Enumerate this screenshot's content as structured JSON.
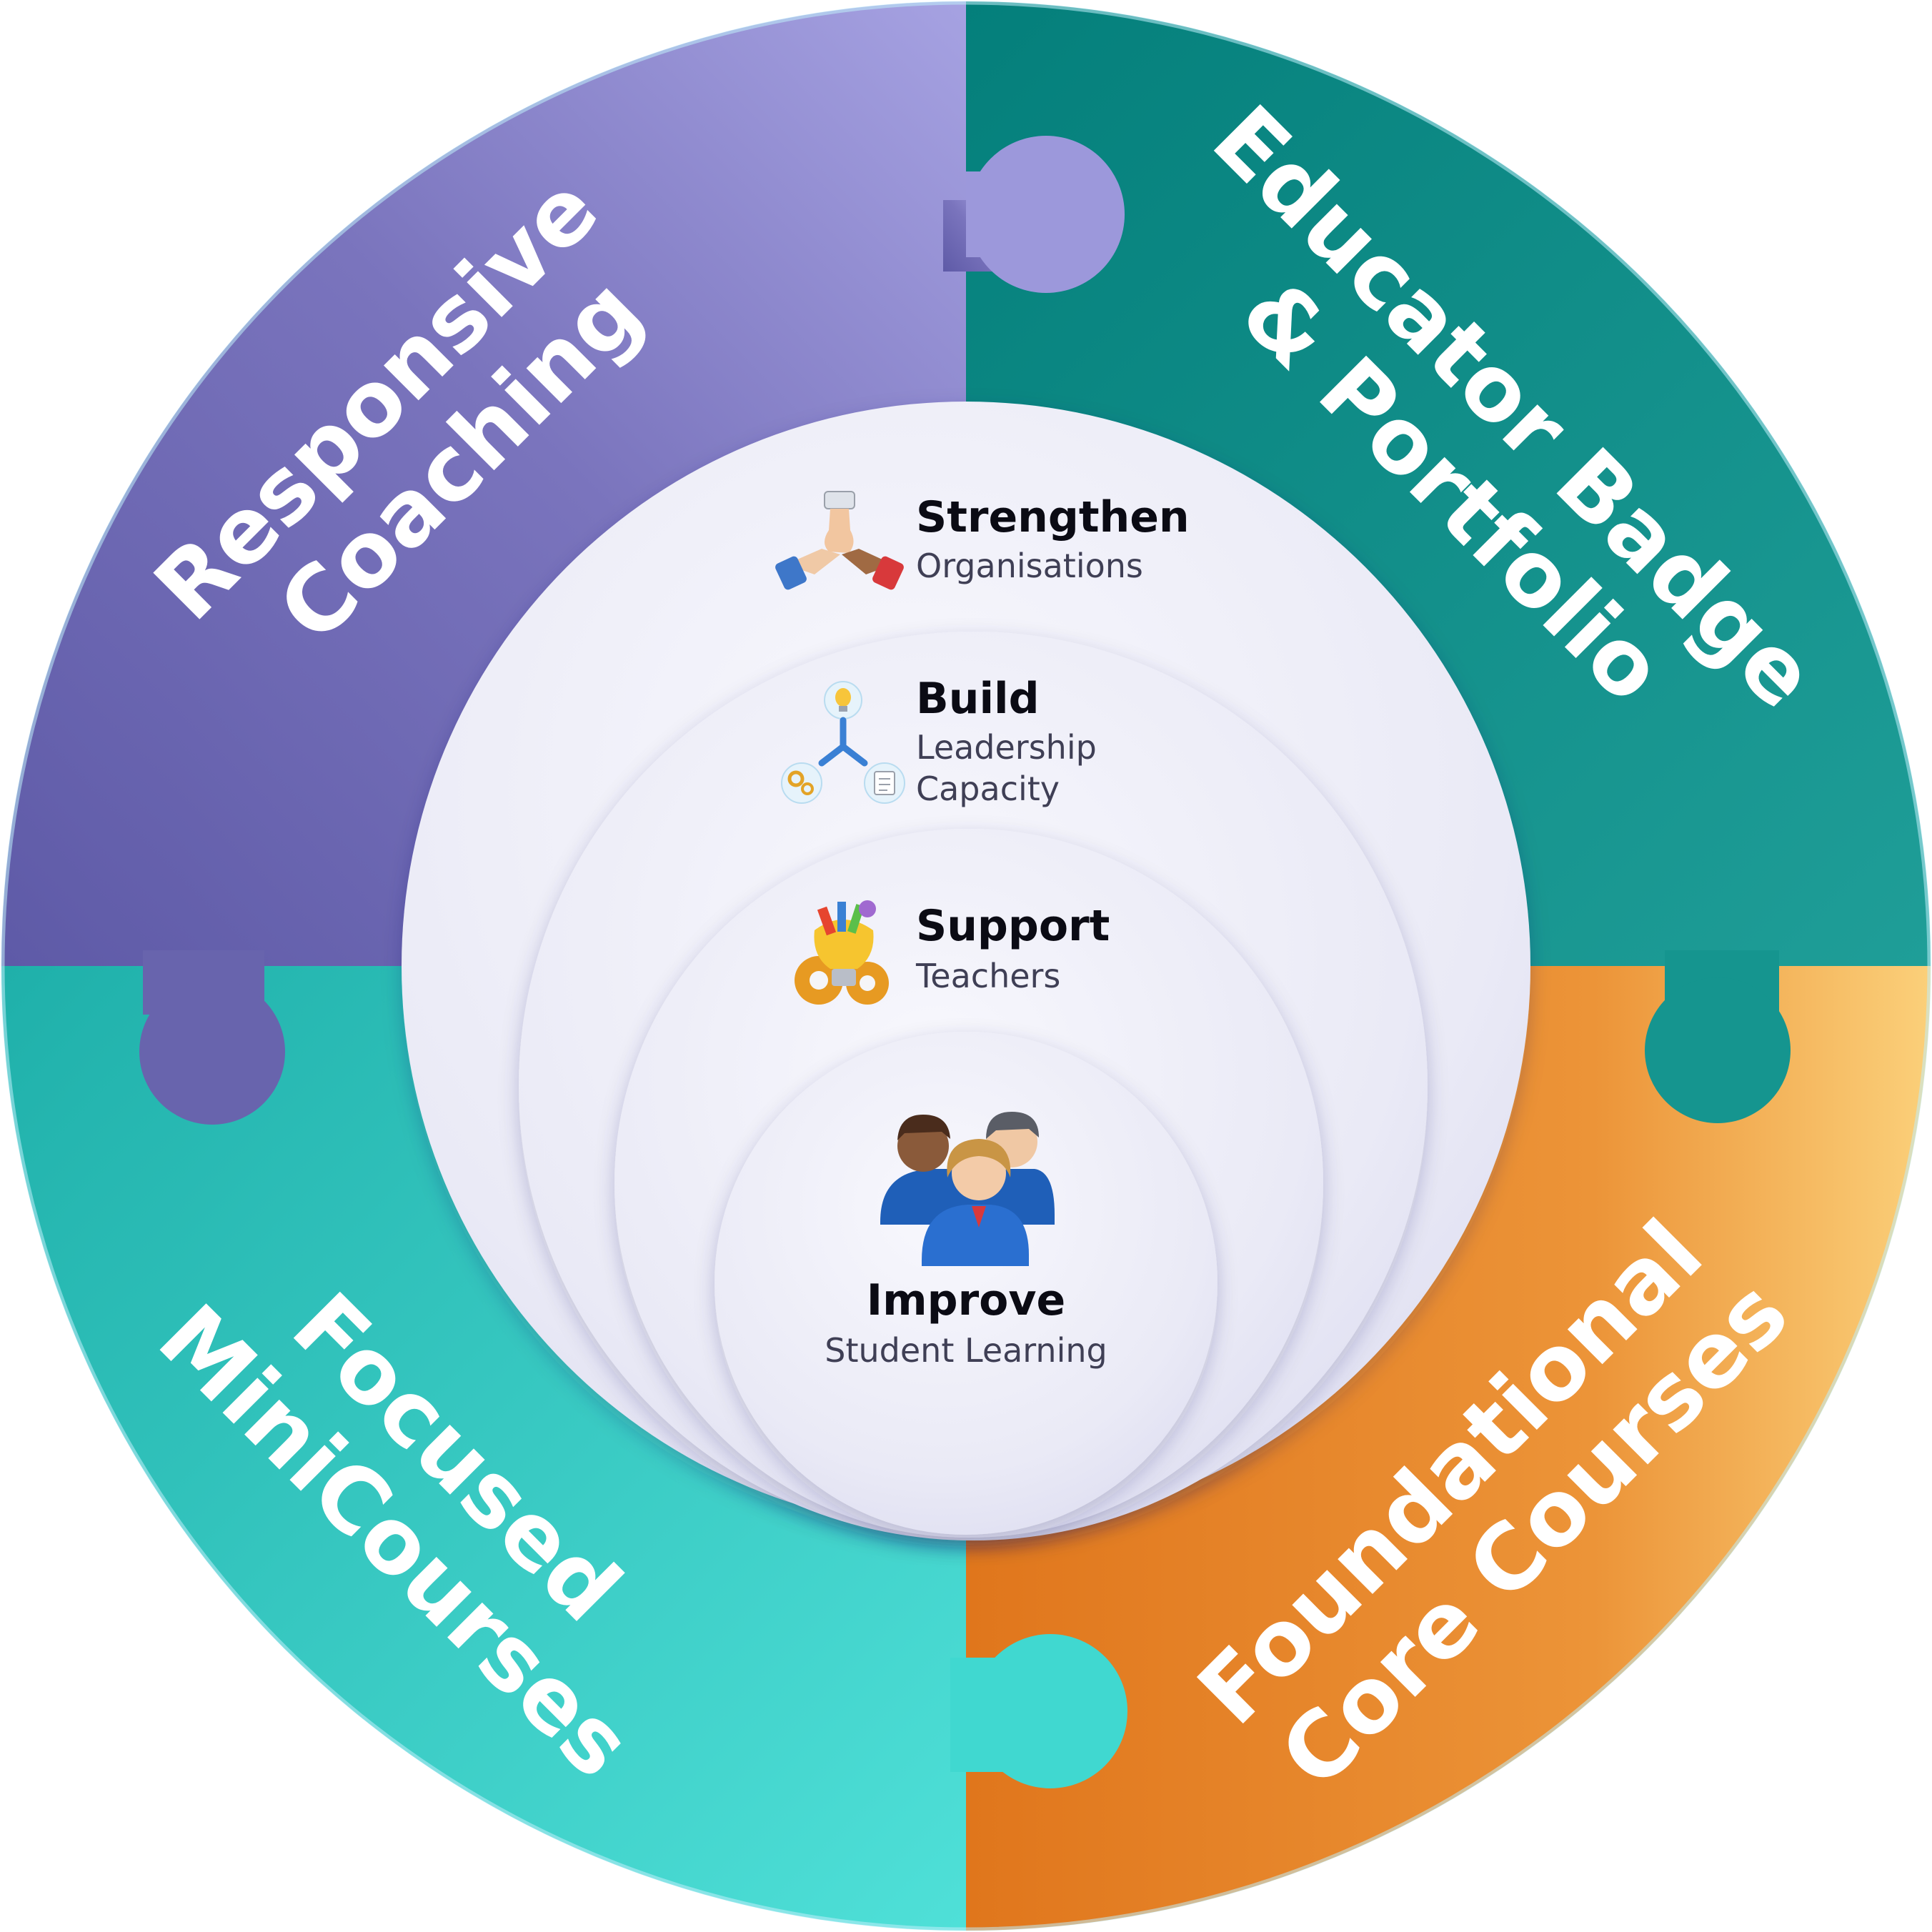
{
  "quadrants": {
    "top_left": {
      "line1": "Responsive",
      "line2": "Coaching",
      "color": "#6c67ad"
    },
    "top_right": {
      "line1": "Educator Badge",
      "line2": "& Portfolio",
      "color": "#078680"
    },
    "bottom_left": {
      "line1": "Focused",
      "line2": "MiniCourses",
      "color": "#2ab8b2"
    },
    "bottom_right": {
      "line1": "Foundational",
      "line2": "Core Courses",
      "color": "#e37d20"
    }
  },
  "levels": [
    {
      "title": "Strengthen",
      "subtitle_lines": [
        "Organisations"
      ],
      "icon": "hands-teamwork-icon"
    },
    {
      "title": "Build",
      "subtitle_lines": [
        "Leadership",
        "Capacity"
      ],
      "icon": "network-idea-icon"
    },
    {
      "title": "Support",
      "subtitle_lines": [
        "Teachers"
      ],
      "icon": "lightbulb-gears-icon"
    },
    {
      "title": "Improve",
      "subtitle_lines": [
        "Student Learning"
      ],
      "icon": "people-group-icon"
    }
  ]
}
